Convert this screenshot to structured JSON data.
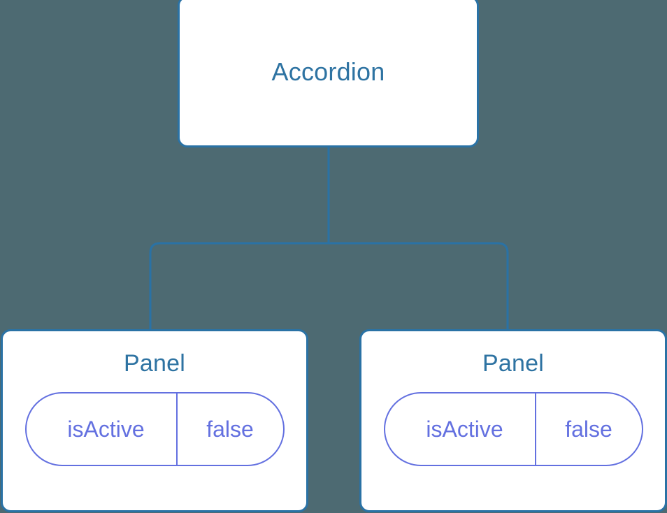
{
  "canvas": {
    "background_color": "#4d6a72",
    "node_border_color": "#2a72a5",
    "node_fill_color": "#ffffff",
    "node_title_color": "#2e73a2",
    "prop_color": "#6370e0",
    "connector_color": "#2a72a5"
  },
  "tree": {
    "root": {
      "title": "Accordion"
    },
    "children": [
      {
        "title": "Panel",
        "props": [
          {
            "key": "isActive",
            "value": "false"
          }
        ]
      },
      {
        "title": "Panel",
        "props": [
          {
            "key": "isActive",
            "value": "false"
          }
        ]
      }
    ]
  }
}
